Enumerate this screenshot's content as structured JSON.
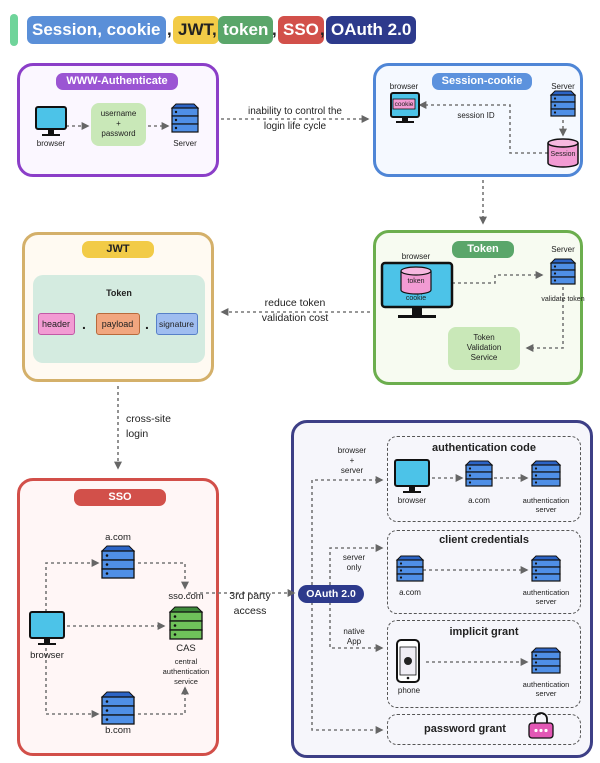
{
  "title": {
    "session_cookie": "Session, cookie",
    "jwt": "JWT",
    "token": "token",
    "sso": "SSO",
    "oauth": "OAuth 2.0",
    "comma": ","
  },
  "colors": {
    "accent_bar": "#6fd49a",
    "session_chip": "#5a8fd8",
    "jwt_chip": "#f2cb47",
    "token_chip": "#5aa66a",
    "sso_chip": "#d2504a",
    "oauth_chip": "#2d3a8c"
  },
  "www_authenticate": {
    "header": "WWW-Authenticate",
    "browser": "browser",
    "credentials": "username\n+\npassword",
    "server": "Server"
  },
  "edge_labels": {
    "inability": "inability to control the\nlogin life cycle",
    "reduce": "reduce token\nvalidation cost",
    "cross_site": "cross-site\nlogin",
    "third_party": "3rd party\naccess"
  },
  "session_cookie": {
    "header": "Session-cookie",
    "browser": "browser",
    "cookie": "cookie",
    "server": "Server",
    "session_id": "session ID",
    "session": "Session"
  },
  "token_panel": {
    "header": "Token",
    "browser": "browser",
    "token": "token",
    "cookie": "cookie",
    "server": "Server",
    "validate": "validate token",
    "service": "Token\nValidation\nService"
  },
  "jwt_panel": {
    "header": "JWT",
    "token": "Token",
    "parts": [
      "header",
      "payload",
      "signature"
    ],
    "dot": "."
  },
  "sso_panel": {
    "header": "SSO",
    "a_com": "a.com",
    "b_com": "b.com",
    "sso_com": "sso.com",
    "browser": "browser",
    "cas": "CAS",
    "cas_desc": "central\nauthentication\nservice"
  },
  "oauth_panel": {
    "center": "OAuth 2.0",
    "edge_browser_server": "browser\n+\nserver",
    "edge_server_only": "server\nonly",
    "edge_native": "native\nApp",
    "auth_code": {
      "title": "authentication code",
      "browser": "browser",
      "a_com": "a.com",
      "auth_server": "authentication\nserver"
    },
    "client_credentials": {
      "title": "client credentials",
      "a_com": "a.com",
      "auth_server": "authentication\nserver"
    },
    "implicit_grant": {
      "title": "implicit grant",
      "phone": "phone",
      "auth_server": "authentication\nserver"
    },
    "password_grant": {
      "title": "password grant"
    }
  }
}
